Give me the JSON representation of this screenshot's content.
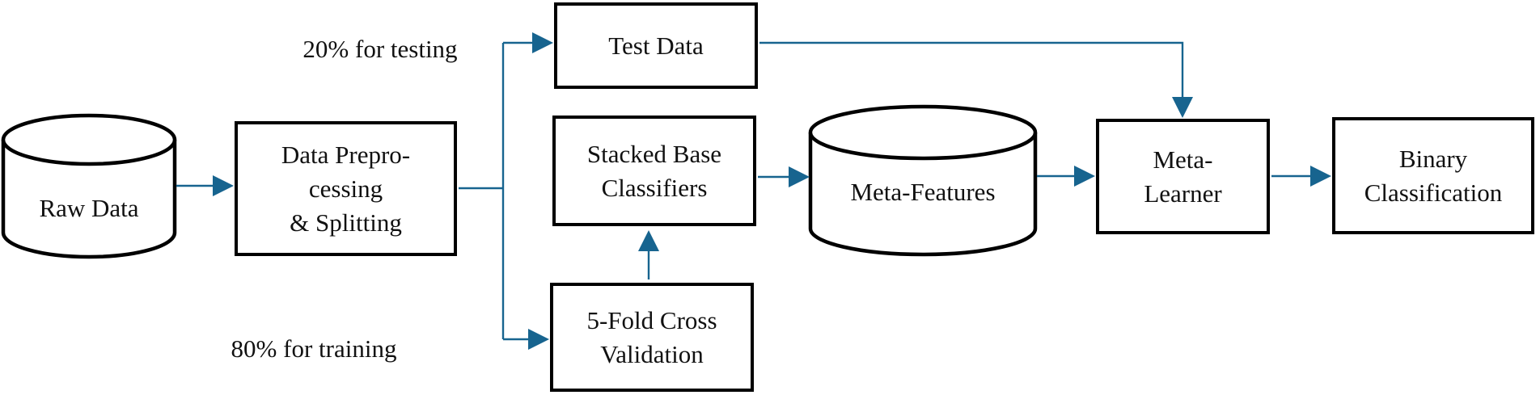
{
  "diagram": {
    "nodes": {
      "raw_data": {
        "label": "Raw Data",
        "shape": "cylinder"
      },
      "preprocessing": {
        "lines": [
          "Data Prepro-",
          "cessing",
          "& Splitting"
        ],
        "shape": "rect"
      },
      "test_data": {
        "label": "Test Data",
        "shape": "rect"
      },
      "stacked_base_classifiers": {
        "lines": [
          "Stacked Base",
          "Classifiers"
        ],
        "shape": "rect"
      },
      "cross_validation": {
        "lines": [
          "5-Fold Cross",
          "Validation"
        ],
        "shape": "rect"
      },
      "meta_features": {
        "label": "Meta-Features",
        "shape": "cylinder"
      },
      "meta_learner": {
        "lines": [
          "Meta-",
          "Learner"
        ],
        "shape": "rect"
      },
      "binary_classification": {
        "lines": [
          "Binary",
          "Classification"
        ],
        "shape": "rect"
      }
    },
    "edge_labels": {
      "testing_split": "20% for testing",
      "training_split": "80% for training"
    },
    "colors": {
      "arrow": "#17648f",
      "node_border": "#000000",
      "node_fill": "#ffffff",
      "text": "#111111",
      "background": "#ffffff"
    }
  }
}
